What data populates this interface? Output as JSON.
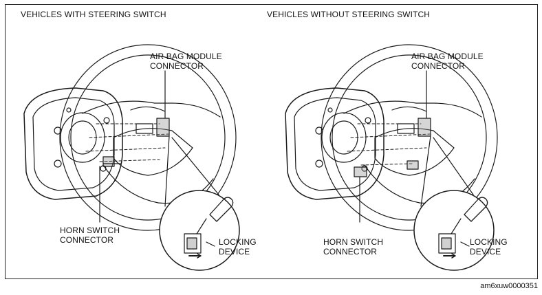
{
  "panels": [
    {
      "heading": "VEHICLES WITH STEERING SWITCH",
      "callouts": {
        "airbag_line1": "AIR BAG MODULE",
        "airbag_line2": "CONNECTOR",
        "horn_line1": "HORN SWITCH",
        "horn_line2": "CONNECTOR",
        "locking_line1": "LOCKING",
        "locking_line2": "DEVICE"
      }
    },
    {
      "heading": "VEHICLES WITHOUT STEERING SWITCH",
      "callouts": {
        "airbag_line1": "AIR BAG MODULE",
        "airbag_line2": "CONNECTOR",
        "horn_line1": "HORN SWITCH",
        "horn_line2": "CONNECTOR",
        "locking_line1": "LOCKING",
        "locking_line2": "DEVICE"
      }
    }
  ],
  "figure_code": "am6xuw0000351",
  "colors": {
    "line": "#1a1a1a",
    "shade": "#8a8a8a",
    "background": "#ffffff"
  }
}
